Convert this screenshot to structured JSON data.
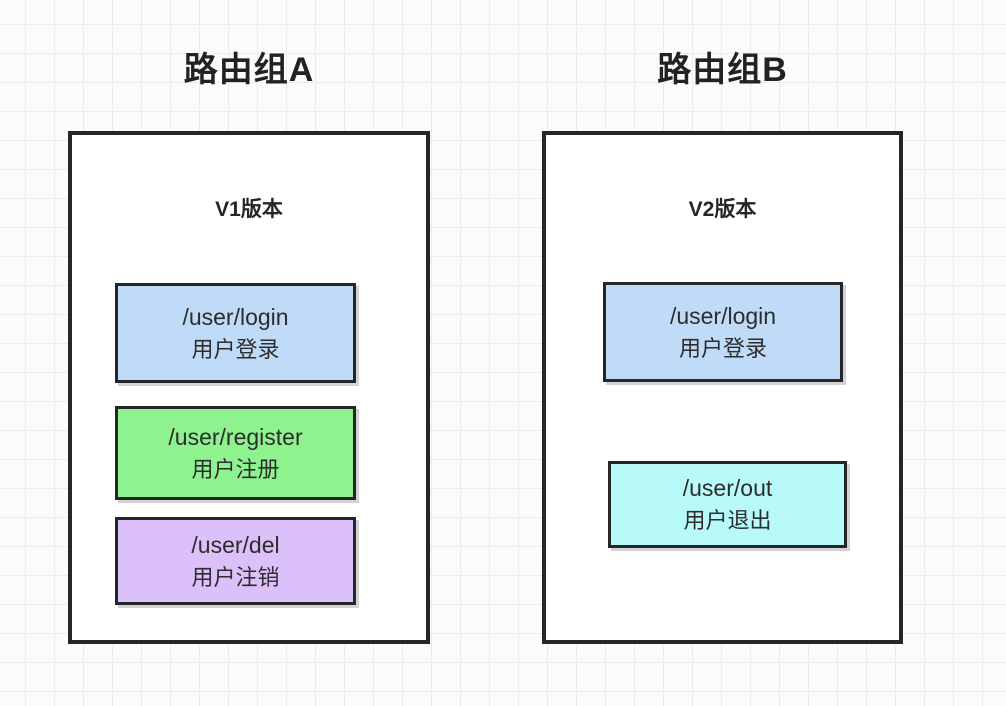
{
  "page": {
    "background": "#fbfbfb",
    "grid_line_color": "#ececec",
    "border_color": "#262626"
  },
  "groups": [
    {
      "title": "路由组A",
      "version_label": "V1版本",
      "routes": [
        {
          "path": "/user/login",
          "label": "用户登录",
          "color": "#c0dbf7"
        },
        {
          "path": "/user/register",
          "label": "用户注册",
          "color": "#8ef28e"
        },
        {
          "path": "/user/del",
          "label": "用户注销",
          "color": "#dcc0f9"
        }
      ]
    },
    {
      "title": "路由组B",
      "version_label": "V2版本",
      "routes": [
        {
          "path": "/user/login",
          "label": "用户登录",
          "color": "#c0dbf7"
        },
        {
          "path": "/user/out",
          "label": "用户退出",
          "color": "#b8fafa"
        }
      ]
    }
  ]
}
